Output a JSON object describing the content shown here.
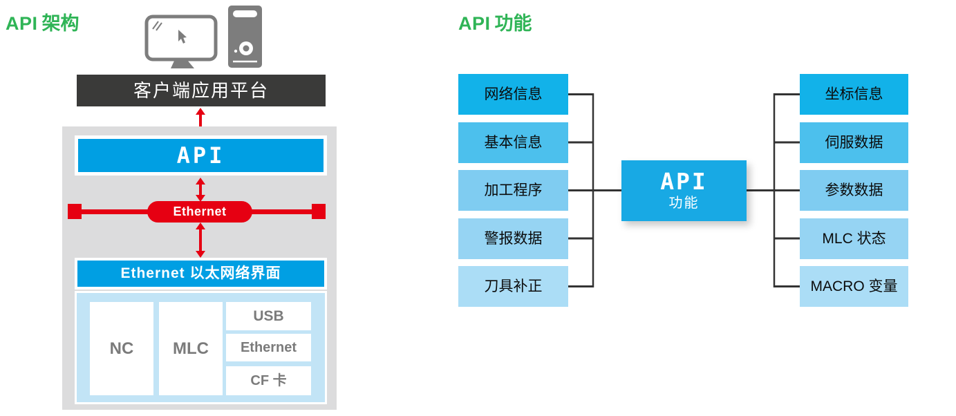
{
  "colors": {
    "green_title": "#2fb456",
    "panel_gray": "#dcdcdd",
    "dark_bar": "#3a3a39",
    "blue_bar": "#009fe3",
    "red": "#e60012",
    "cell_text_gray": "#7b7b7b",
    "light_blue_panel": "#c2e4f6",
    "center_box_blue": "#18a9e4",
    "connector": "#333333",
    "box_gradient": [
      "#12b2e9",
      "#4cc0ed",
      "#7fccf1",
      "#96d4f3",
      "#abddf6"
    ]
  },
  "left_panel": {
    "title_api": "API",
    "title_zh": "架构",
    "client_platform_bar": "客户端应用平台",
    "api_bar": "API",
    "ethernet_pill": "Ethernet",
    "interface_bar": "Ethernet 以太网络界面",
    "nc_cell": "NC",
    "mlc_cell": "MLC",
    "usb_cell": "USB",
    "ethernet_cell": "Ethernet",
    "cf_cell": "CF 卡"
  },
  "right_panel": {
    "title_api": "API",
    "title_zh": "功能",
    "center_box": {
      "line1": "API",
      "line2": "功能"
    },
    "inputs": [
      "网络信息",
      "基本信息",
      "加工程序",
      "警报数据",
      "刀具补正"
    ],
    "outputs": [
      "坐标信息",
      "伺服数据",
      "参数数据",
      "MLC 状态",
      "MACRO 变量"
    ]
  }
}
